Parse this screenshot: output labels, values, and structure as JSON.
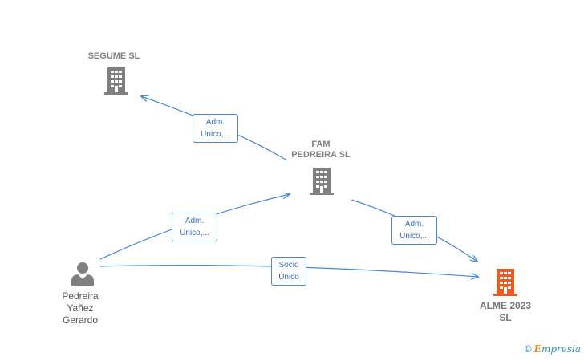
{
  "nodes": {
    "segume": {
      "label": "SEGUME SL",
      "icon": "building-icon",
      "color": "#808080"
    },
    "fam": {
      "label": "FAM\nPEDREIRA  SL",
      "icon": "building-icon",
      "color": "#808080"
    },
    "alme": {
      "label": "ALME 2023\nSL",
      "icon": "building-icon",
      "color": "#f05a22"
    },
    "person": {
      "label": "Pedreira\nYañez\nGerardo",
      "icon": "person-icon",
      "color": "#808080"
    }
  },
  "edges": {
    "fam_to_segume": "Adm.\nUnico,...",
    "person_to_fam": "Adm.\nUnico,...",
    "fam_to_alme": "Adm.\nUnico,...",
    "person_to_alme": "Socio\nÚnico"
  },
  "colors": {
    "edge": "#4a86d8"
  },
  "watermark": {
    "copyright": "©",
    "brand_first": "E",
    "brand_rest": "mpresia"
  }
}
